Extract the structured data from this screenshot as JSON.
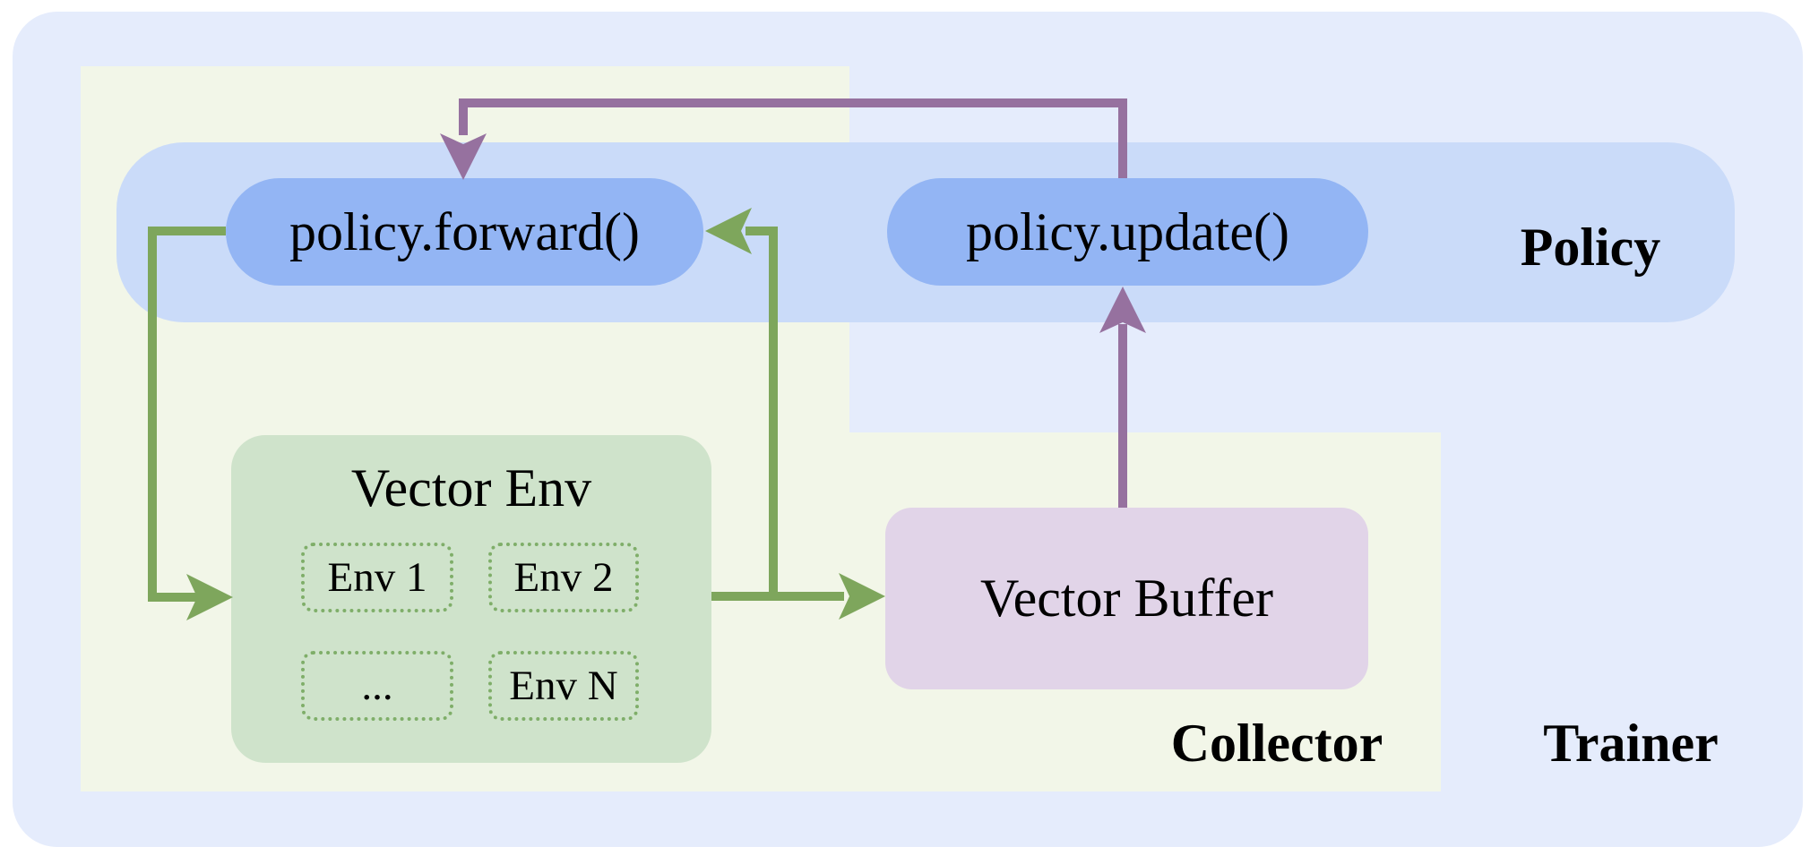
{
  "diagram": {
    "trainer": {
      "label": "Trainer"
    },
    "collector": {
      "label": "Collector"
    },
    "policy": {
      "label": "Policy"
    },
    "policy_forward": {
      "label": "policy.forward()"
    },
    "policy_update": {
      "label": "policy.update()"
    },
    "vector_env": {
      "title": "Vector Env",
      "envs": [
        "Env 1",
        "Env 2",
        "...",
        "Env N"
      ]
    },
    "vector_buffer": {
      "label": "Vector Buffer"
    },
    "colors": {
      "trainer_bg": "#e5ecfc",
      "collector_bg": "#f2f6e8",
      "policy_band_bg": "#cadbf9",
      "pill_bg": "#93b5f4",
      "vector_env_bg": "#cfe3cb",
      "env_cell_border": "#7fae69",
      "vector_buffer_bg": "#e1d4e8",
      "arrow_green": "#7ea65c",
      "arrow_purple": "#96719f",
      "text": "#000000"
    },
    "edges": [
      {
        "from": "policy.forward()",
        "to": "Vector Env",
        "color": "green"
      },
      {
        "from": "Vector Env",
        "to": "Vector Buffer",
        "color": "green"
      },
      {
        "from": "Vector Env output junction",
        "to": "policy.forward()",
        "color": "green"
      },
      {
        "from": "Vector Buffer",
        "to": "policy.update()",
        "color": "purple"
      },
      {
        "from": "policy.update()",
        "to": "policy.forward()",
        "color": "purple"
      }
    ]
  }
}
